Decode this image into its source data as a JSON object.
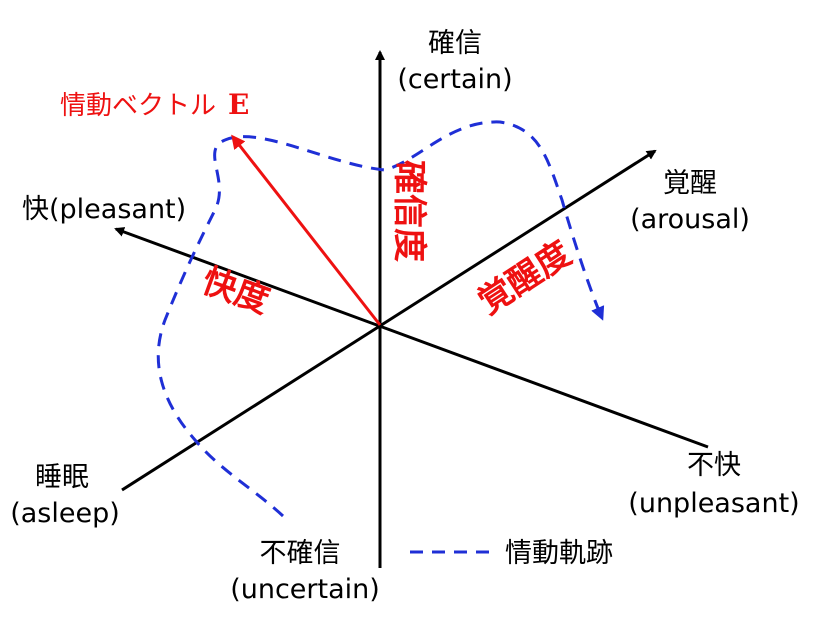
{
  "axes": {
    "certain": {
      "jp": "確信",
      "en": "(certain)"
    },
    "uncertain": {
      "jp": "不確信",
      "en": "(uncertain)"
    },
    "pleasant": {
      "jp": "快",
      "en": "(pleasant)"
    },
    "unpleasant": {
      "jp": "不快",
      "en": "(unpleasant)"
    },
    "arousal": {
      "jp": "覚醒",
      "en": "(arousal)"
    },
    "asleep": {
      "jp": "睡眠",
      "en": "(asleep)"
    }
  },
  "dimension_labels": {
    "certainty": "確信度",
    "pleasure": "快度",
    "arousal": "覚醒度"
  },
  "vector": {
    "label": "情動ベクトル",
    "symbol": "E"
  },
  "legend": {
    "label": "情動軌跡"
  },
  "colors": {
    "axis": "#000000",
    "vector": "#ee1111",
    "trajectory": "#1f2fd6"
  }
}
